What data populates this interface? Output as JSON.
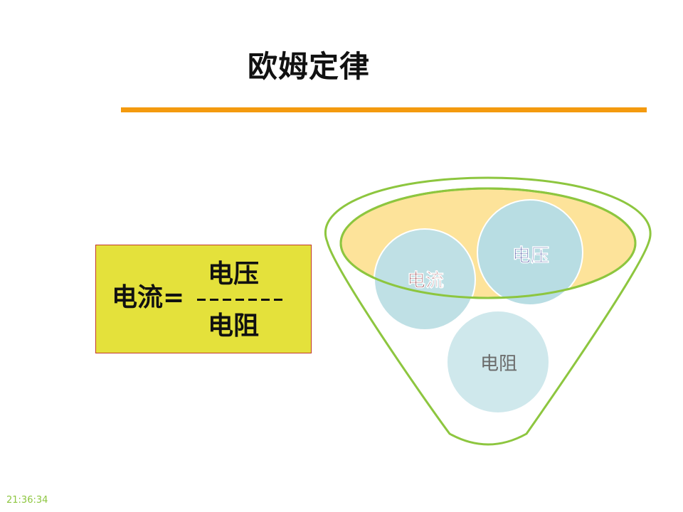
{
  "slide": {
    "title": "欧姆定律"
  },
  "formula": {
    "lhs": "电流=",
    "numerator": "电压",
    "denominator": "电阻"
  },
  "funnel": {
    "circles": [
      {
        "label": "电流",
        "color": "#7a0f1a"
      },
      {
        "label": "电压",
        "color": "#1d2a8a"
      },
      {
        "label": "电阻",
        "color": "#6b6b6b"
      }
    ]
  },
  "colors": {
    "title_rule": "#f49a0e",
    "formula_bg": "#e4e13b",
    "funnel_outline": "#8dc63f",
    "funnel_inner": "#fde39a"
  },
  "footer": {
    "time": "21:36:34"
  }
}
